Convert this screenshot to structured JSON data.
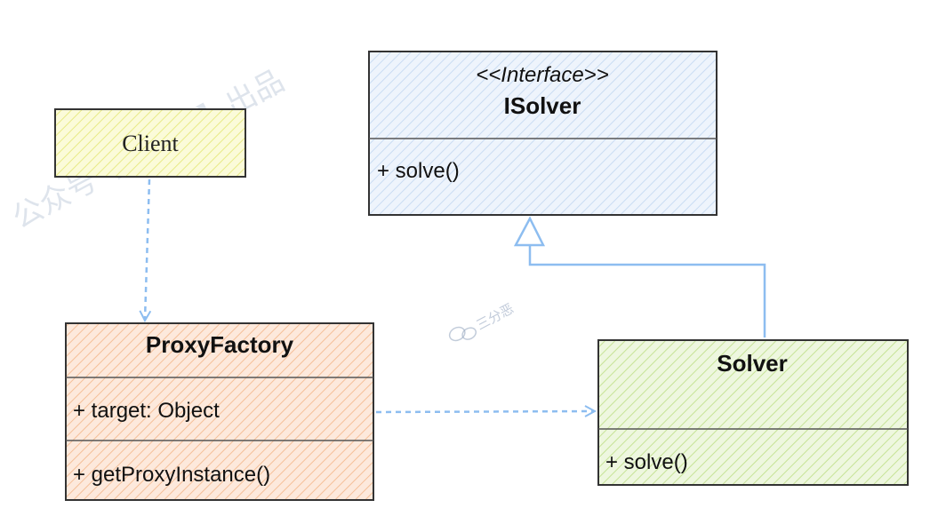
{
  "interface_box": {
    "stereotype": "<<Interface>>",
    "name": "ISolver",
    "method": "+ solve()",
    "fill_color": "#dce8f7"
  },
  "client_box": {
    "name": "Client",
    "fill_color": "#f4f5b0"
  },
  "proxy_factory_box": {
    "name": "ProxyFactory",
    "field": "+ target: Object",
    "method": "+ getProxyInstance()",
    "fill_color": "#f8cfae"
  },
  "solver_box": {
    "name": "Solver",
    "method": "+ solve()",
    "fill_color": "#d5ecb0"
  },
  "watermark": {
    "main_text": "公众号【三分恶】出品",
    "logo_text": "三分恶"
  },
  "colors": {
    "arrow": "#8dbdf0",
    "stroke": "#333333"
  }
}
